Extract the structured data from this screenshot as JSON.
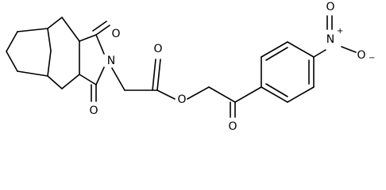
{
  "molecule": {
    "atoms": {
      "imide_o_top": "O",
      "imide_n": "N",
      "imide_o_bottom": "O",
      "ester_carbonyl_o": "O",
      "ester_o": "O",
      "ketone_o": "O",
      "nitro_n": "N",
      "nitro_n_charge": "+",
      "nitro_o": "O",
      "nitro_o_charge": "−"
    }
  }
}
